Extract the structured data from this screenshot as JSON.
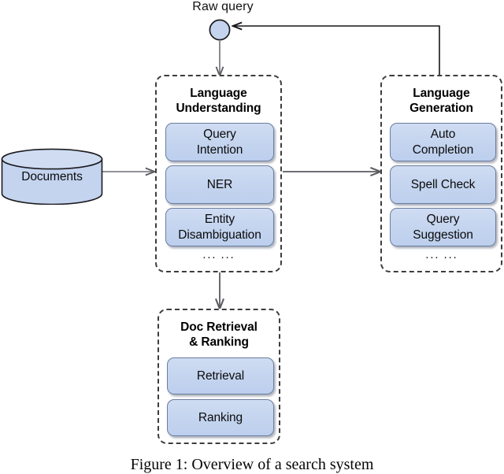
{
  "figure": {
    "caption": "Figure 1: Overview of a search system",
    "raw_query_label": "Raw query",
    "ellipsis": "··· ···",
    "colors": {
      "component_fill": "#c4d4ef",
      "component_border": "#6b7c9e",
      "group_border": "#3d3d3f",
      "connector": "#5a5a60",
      "node_fill": "#c4d4ef",
      "background": "#ffffff"
    }
  },
  "datastore": {
    "label": "Documents",
    "shape": "cylinder"
  },
  "groups": [
    {
      "id": "language-understanding",
      "title_line1": "Language",
      "title_line2": "Understanding",
      "title": "Language Understanding",
      "has_ellipsis": true,
      "components": [
        {
          "id": "query-intention",
          "label": "Query\nIntention"
        },
        {
          "id": "ner",
          "label": "NER"
        },
        {
          "id": "entity-disambiguation",
          "label": "Entity\nDisambiguation"
        }
      ]
    },
    {
      "id": "language-generation",
      "title_line1": "Language",
      "title_line2": "Generation",
      "title": "Language Generation",
      "has_ellipsis": true,
      "components": [
        {
          "id": "auto-completion",
          "label": "Auto\nCompletion"
        },
        {
          "id": "spell-check",
          "label": "Spell Check"
        },
        {
          "id": "query-suggestion",
          "label": "Query\nSuggestion"
        }
      ]
    },
    {
      "id": "doc-retrieval-ranking",
      "title_line1": "Doc Retrieval",
      "title_line2": "& Ranking",
      "title": "Doc Retrieval & Ranking",
      "has_ellipsis": false,
      "components": [
        {
          "id": "retrieval",
          "label": "Retrieval"
        },
        {
          "id": "ranking",
          "label": "Ranking"
        }
      ]
    }
  ],
  "connectors": [
    {
      "id": "raw-query-to-language-understanding",
      "from": "raw-query-node",
      "to": "language-understanding",
      "direction": "down"
    },
    {
      "id": "documents-to-language-understanding",
      "from": "documents-store",
      "to": "language-understanding",
      "direction": "right"
    },
    {
      "id": "language-understanding-to-language-generation",
      "from": "language-understanding",
      "to": "language-generation",
      "direction": "right"
    },
    {
      "id": "language-understanding-to-doc-retrieval",
      "from": "language-understanding",
      "to": "doc-retrieval-ranking",
      "direction": "down"
    },
    {
      "id": "language-generation-to-raw-query",
      "from": "language-generation",
      "to": "raw-query-node",
      "direction": "feedback"
    }
  ]
}
